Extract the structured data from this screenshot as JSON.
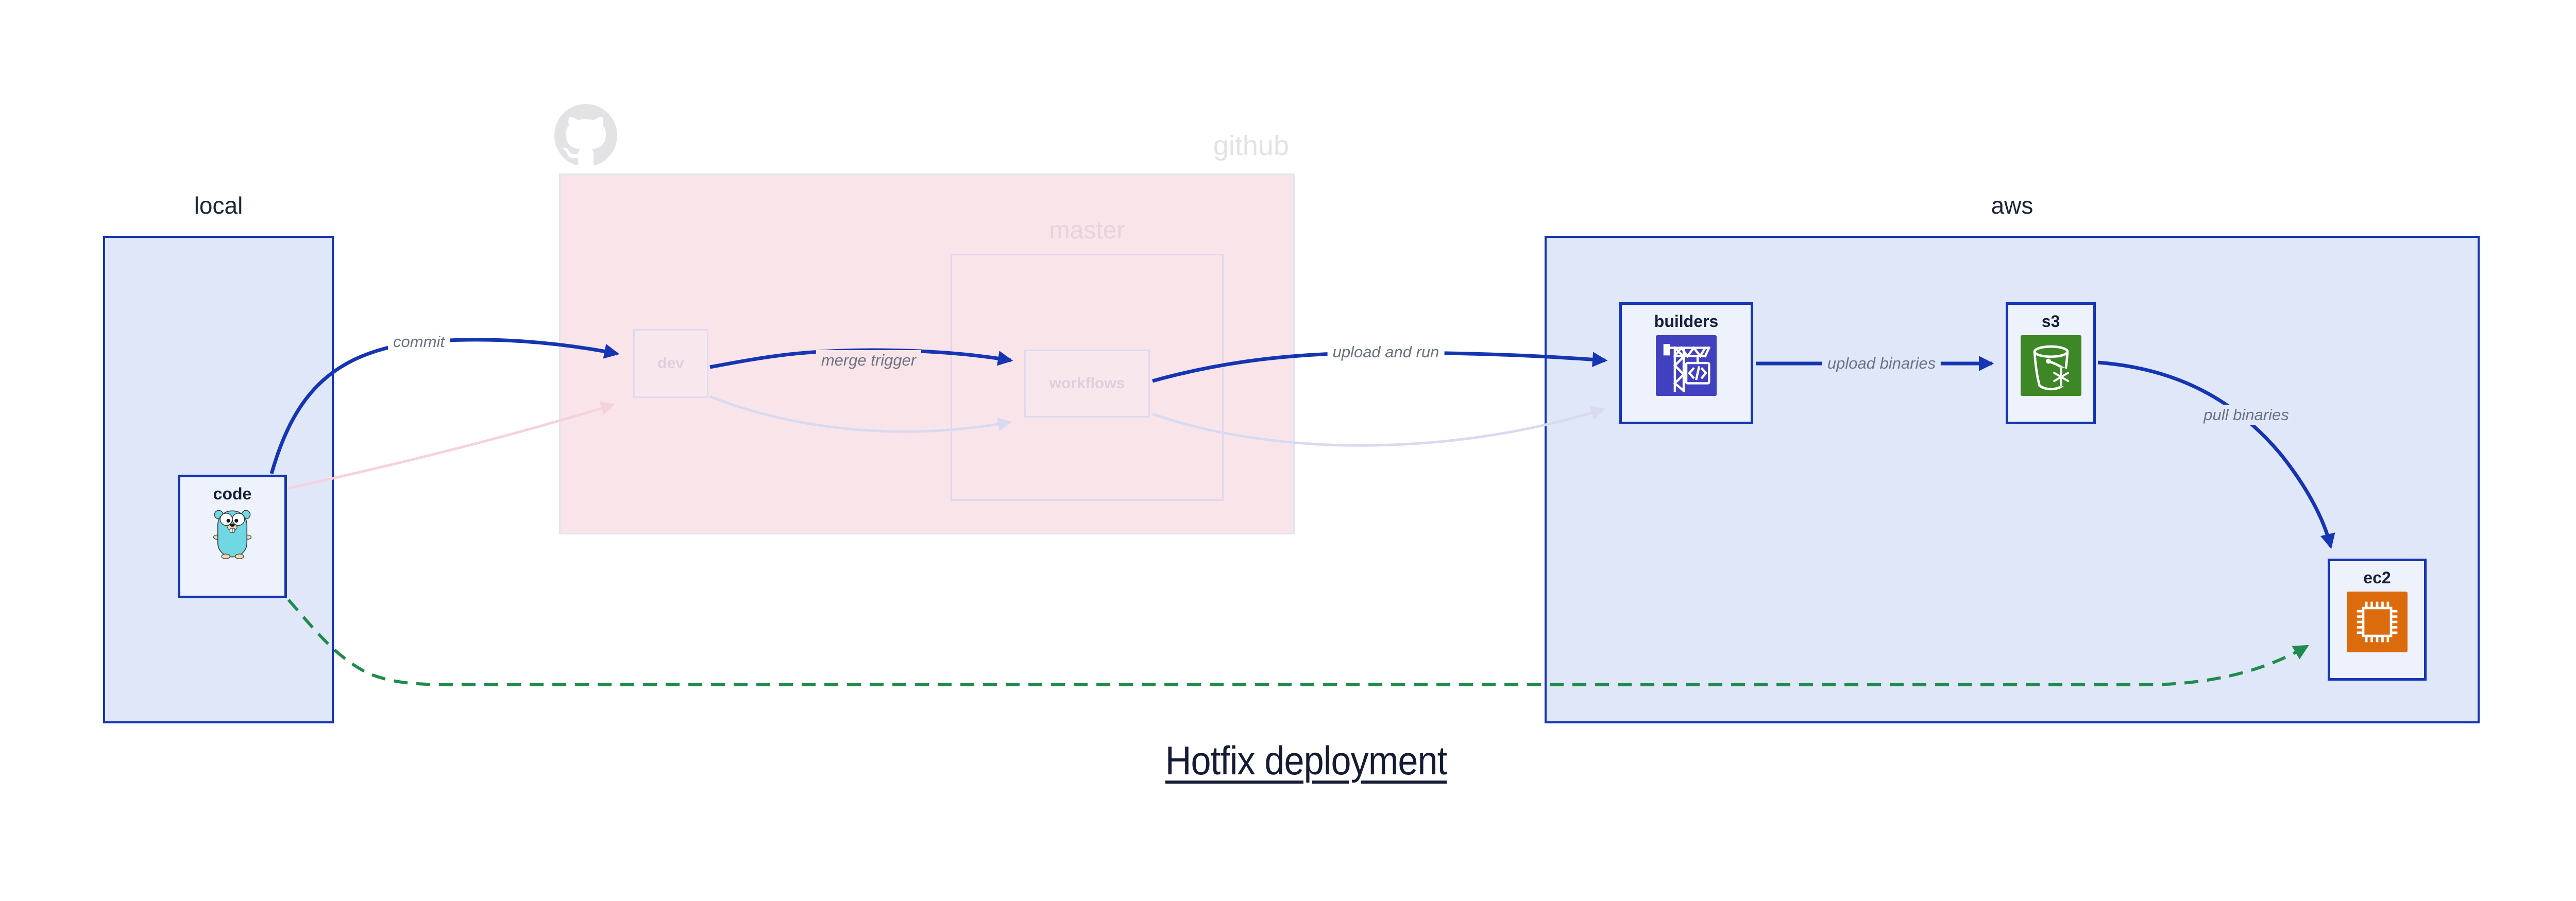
{
  "title": "Hotfix deployment",
  "groups": {
    "local": {
      "label": "local"
    },
    "github": {
      "label": "github",
      "branches": {
        "master": {
          "label": "master"
        }
      }
    },
    "aws": {
      "label": "aws"
    }
  },
  "nodes": {
    "code": {
      "label": "code",
      "icon": "go-gopher-icon"
    },
    "dev": {
      "label": "dev"
    },
    "workflows": {
      "label": "workflows"
    },
    "builders": {
      "label": "builders",
      "icon": "aws-codebuild-icon"
    },
    "s3": {
      "label": "s3",
      "icon": "aws-s3-bucket-icon"
    },
    "ec2": {
      "label": "ec2",
      "icon": "aws-ec2-chip-icon"
    }
  },
  "edges": [
    {
      "id": "commit",
      "from": "code",
      "to": "dev",
      "label": "commit",
      "style": "solid-blue"
    },
    {
      "id": "code-to-dev-faded",
      "from": "code",
      "to": "dev",
      "label": "",
      "style": "faded-pink"
    },
    {
      "id": "merge-trigger",
      "from": "dev",
      "to": "workflows",
      "label": "merge trigger",
      "style": "solid-blue"
    },
    {
      "id": "dev-to-workflows-faded",
      "from": "dev",
      "to": "workflows",
      "label": "",
      "style": "faded-lavender"
    },
    {
      "id": "upload-and-run",
      "from": "workflows",
      "to": "builders",
      "label": "upload and run",
      "style": "solid-blue"
    },
    {
      "id": "workflows-to-builders-faded",
      "from": "workflows",
      "to": "builders",
      "label": "",
      "style": "faded-lavender"
    },
    {
      "id": "upload-binaries",
      "from": "builders",
      "to": "s3",
      "label": "upload binaries",
      "style": "solid-blue"
    },
    {
      "id": "pull-binaries",
      "from": "s3",
      "to": "ec2",
      "label": "pull binaries",
      "style": "solid-blue"
    },
    {
      "id": "hotfix-pull",
      "from": "code",
      "to": "ec2",
      "label": "",
      "style": "dashed-green"
    }
  ],
  "colors": {
    "accent_blue": "#1535b2",
    "group_fill_blue": "#dfe7f9",
    "node_fill": "#eef2fc",
    "github_fill": "#f9e4e9",
    "faded_pink_edge": "#f4d2de",
    "faded_lavender_edge": "#d8daf1",
    "hotfix_green": "#1f8b4d",
    "label_gray": "#6b7280",
    "text_dark": "#16203a",
    "github_gray": "#e3e3e5",
    "codebuild_purple": "#4140bf",
    "s3_green": "#3e8727",
    "ec2_orange": "#dc6b0e",
    "gopher_teal": "#6fd8e2"
  }
}
